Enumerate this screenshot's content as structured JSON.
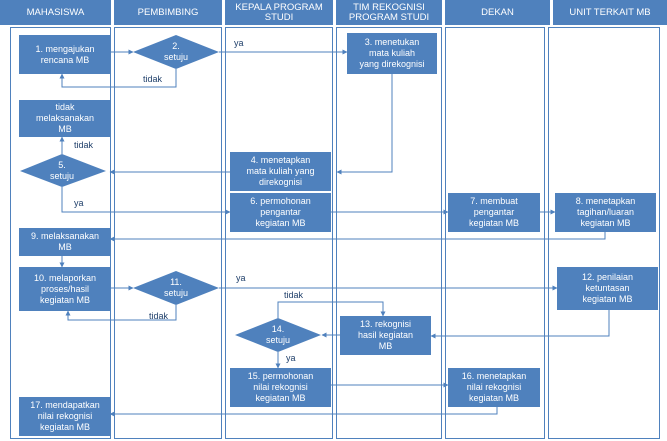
{
  "lanes": [
    {
      "id": "mahasiswa",
      "label": "MAHASISWA"
    },
    {
      "id": "pembimbing",
      "label": "PEMBIMBING"
    },
    {
      "id": "kaprodi",
      "label": "KEPALA\nPROGRAM STUDI"
    },
    {
      "id": "tim",
      "label": "TIM REKOGNISI\nPROGRAM STUDI"
    },
    {
      "id": "dekan",
      "label": "DEKAN"
    },
    {
      "id": "unit",
      "label": "UNIT TERKAIT MB"
    }
  ],
  "steps": {
    "s1": "1. mengajukan\nrencana MB",
    "s2": "2.\nsetuju",
    "s3": "3. menetukan\nmata kuliah\nyang direkognisi",
    "tidak_mb": "tidak\nmelaksanakan\nMB",
    "s4": "4. menetapkan\nmata kuliah yang\ndirekognisi",
    "s5": "5.\nsetuju",
    "s6": "6. permohonan\npengantar\nkegiatan MB",
    "s7": "7. membuat\npengantar\nkegiatan MB",
    "s8": "8. menetapkan\ntagihan/luaran\nkegiatan MB",
    "s9": "9. melaksanakan\nMB",
    "s10": "10. melaporkan\nproses/hasil\nkegiatan MB",
    "s11": "11.\nsetuju",
    "s12": "12. penilaian\nketuntasan\nkegiatan MB",
    "s13": "13. rekognisi\nhasil kegiatan\nMB",
    "s14": "14.\nsetuju",
    "s15": "15. permohonan\nnilai rekognisi\nkegiatan MB",
    "s16": "16. menetapkan\nnilai rekognisi\nkegiatan MB",
    "s17": "17. mendapatkan\nnilai rekognisi\nkegiatan MB"
  },
  "labels": {
    "ya": "ya",
    "tidak": "tidak"
  },
  "colors": {
    "header": "#4f81bd",
    "box": "#4f81bd",
    "line": "#4f81bd",
    "text": "#ffffff"
  }
}
